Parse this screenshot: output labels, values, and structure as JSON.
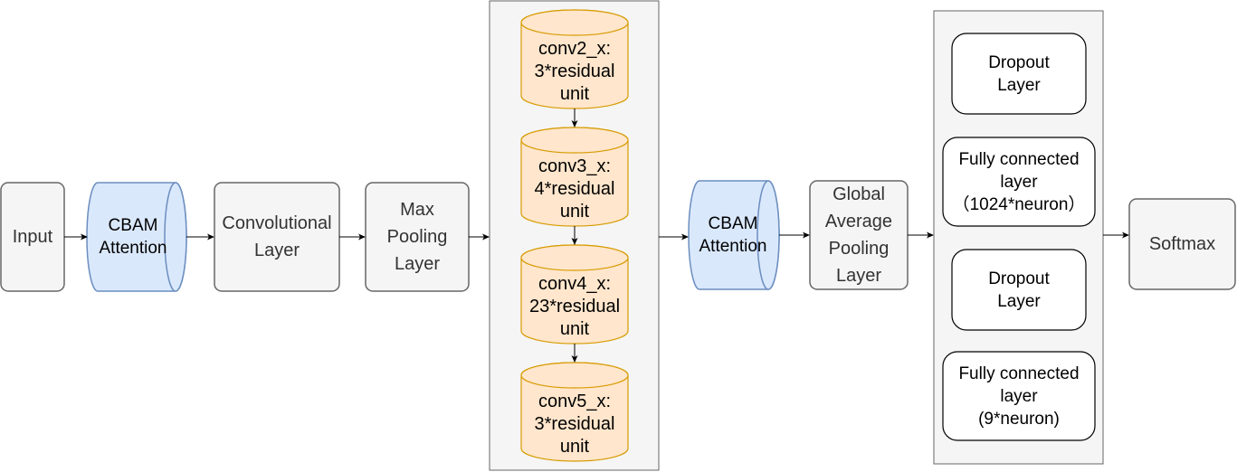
{
  "diagram": {
    "input_label": "Input",
    "cbam1_label": "CBAM\nAttention",
    "conv_label": "Convolutional\nLayer",
    "maxpool_label": "Max\nPooling\nLayer",
    "residual_stages": [
      {
        "label": "conv2_x:\n3*residual\nunit"
      },
      {
        "label": "conv3_x:\n4*residual\nunit"
      },
      {
        "label": "conv4_x:\n23*residual\nunit"
      },
      {
        "label": "conv5_x:\n3*residual\nunit"
      }
    ],
    "cbam2_label": "CBAM\nAttention",
    "gap_label": "Global\nAverage\nPooling\nLayer",
    "head_layers": [
      {
        "label": "Dropout\nLayer"
      },
      {
        "label": "Fully connected\nlayer\n（1024*neuron）"
      },
      {
        "label": "Dropout\nLayer"
      },
      {
        "label": "Fully connected\nlayer\n(9*neuron)"
      }
    ],
    "softmax_label": "Softmax"
  },
  "colors": {
    "gray_fill": "#f5f5f5",
    "gray_stroke": "#666666",
    "orange_fill": "#ffe6cc",
    "orange_stroke": "#d79b00",
    "blue_fill": "#dae8fc",
    "blue_stroke": "#6c8ebf"
  }
}
